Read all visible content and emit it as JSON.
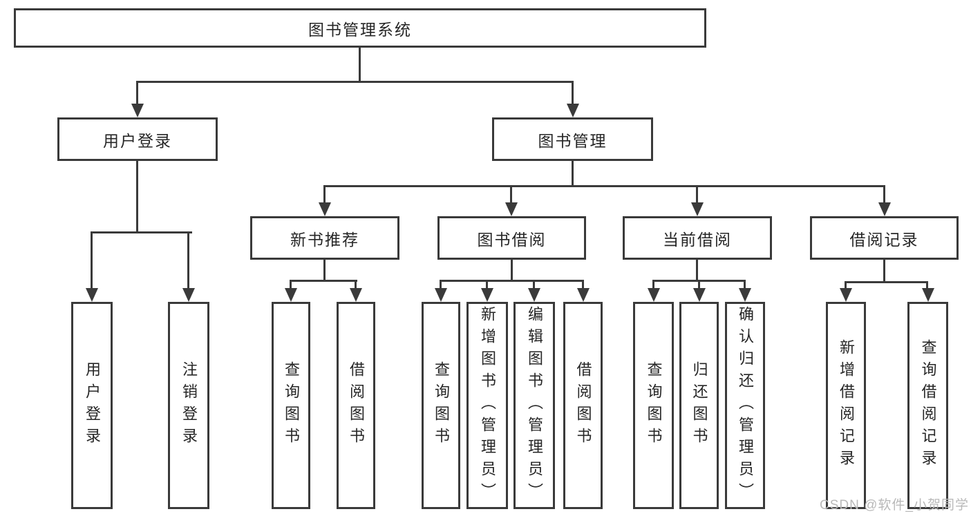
{
  "diagram_title": "图书管理系统",
  "tree": {
    "root": {
      "label": "图书管理系统",
      "children": [
        {
          "label": "用户登录",
          "children": [
            {
              "label": "用户登录"
            },
            {
              "label": "注销登录"
            }
          ]
        },
        {
          "label": "图书管理",
          "children": [
            {
              "label": "新书推荐",
              "children": [
                {
                  "label": "查询图书"
                },
                {
                  "label": "借阅图书"
                }
              ]
            },
            {
              "label": "图书借阅",
              "children": [
                {
                  "label": "查询图书"
                },
                {
                  "label": "新增图书（管理员）"
                },
                {
                  "label": "编辑图书（管理员）"
                },
                {
                  "label": "借阅图书"
                }
              ]
            },
            {
              "label": "当前借阅",
              "children": [
                {
                  "label": "查询图书"
                },
                {
                  "label": "归还图书"
                },
                {
                  "label": "确认归还（管理员）"
                }
              ]
            },
            {
              "label": "借阅记录",
              "children": [
                {
                  "label": "新增借阅记录"
                },
                {
                  "label": "查询借阅记录"
                }
              ]
            }
          ]
        }
      ]
    }
  },
  "watermark": "CSDN @软件_小贺同学",
  "colors": {
    "line": "#3a3a3a",
    "text": "#262626",
    "background": "#ffffff",
    "watermark": "#b9b9b9"
  }
}
